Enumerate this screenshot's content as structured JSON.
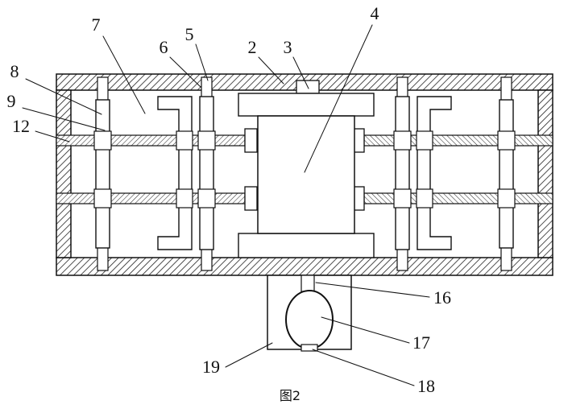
{
  "figure": {
    "caption": "图2"
  },
  "callouts": {
    "n2": "2",
    "n3": "3",
    "n4": "4",
    "n5": "5",
    "n6": "6",
    "n7": "7",
    "n8": "8",
    "n9": "9",
    "n12": "12",
    "n16": "16",
    "n17": "17",
    "n18": "18",
    "n19": "19"
  },
  "colors": {
    "line": "#111111",
    "hatch": "#222222",
    "background": "#ffffff"
  }
}
